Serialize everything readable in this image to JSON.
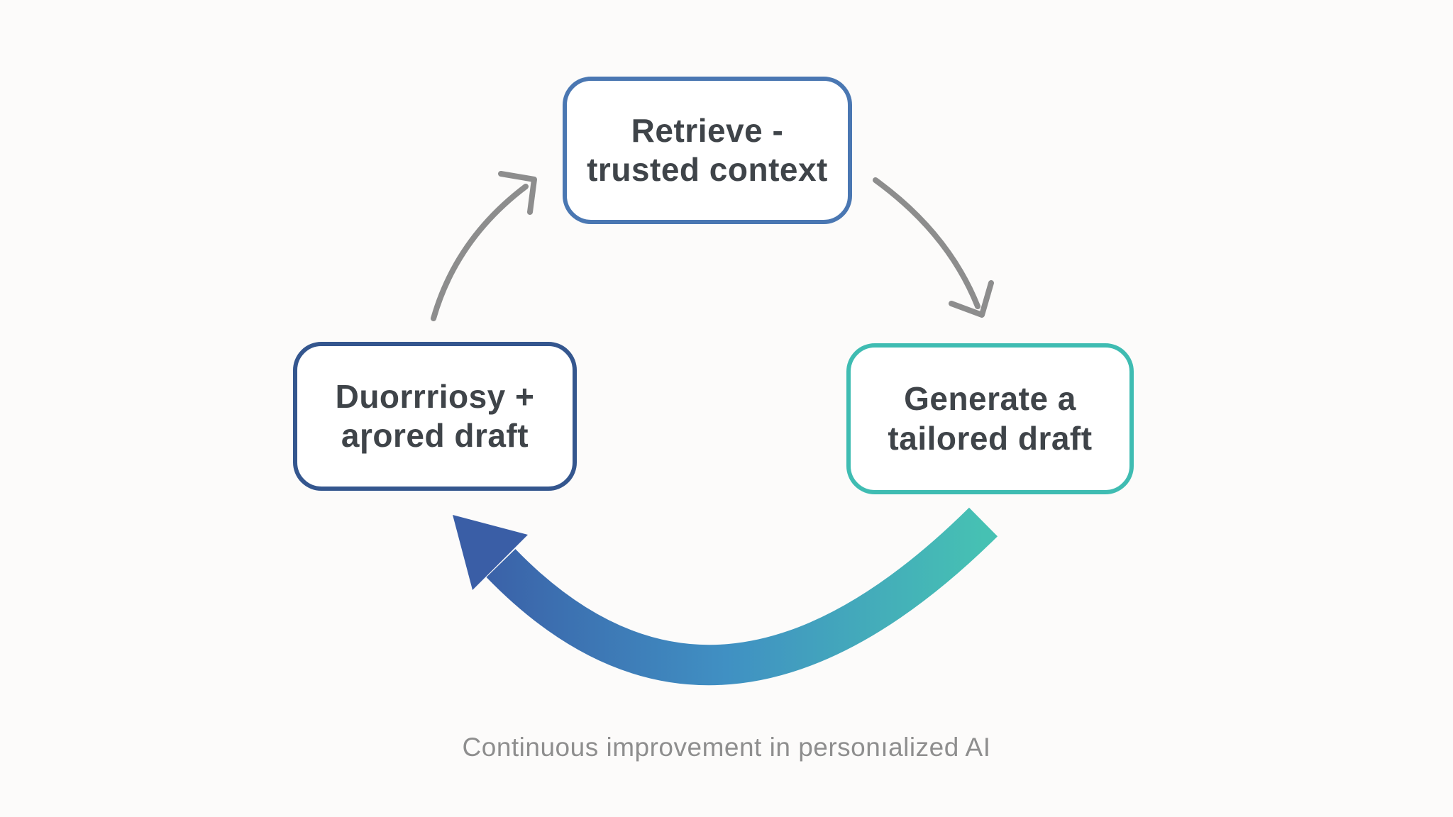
{
  "canvas": {
    "background": "#fcfbfa"
  },
  "text_color": "#3f4449",
  "caption": {
    "text": "Continuous improvement in personıalized AI",
    "color": "#8e8e8e"
  },
  "nodes": {
    "retrieve": {
      "line1": "Retrieve -",
      "line2": "trusted context",
      "border_color": "#4a77b2"
    },
    "generate": {
      "line1": "Generate a",
      "line2": "tailored draft",
      "border_color": "#3fbcb2"
    },
    "review": {
      "line1": "Duorrriosy +",
      "line2": "aɼored draft",
      "border_color": "#34568e"
    }
  },
  "arrows": {
    "review_to_retrieve": {
      "from": "review",
      "to": "retrieve",
      "style": "thin-curved",
      "color": "#8d8d8d"
    },
    "retrieve_to_generate": {
      "from": "retrieve",
      "to": "generate",
      "style": "thin-curved",
      "color": "#8d8d8d"
    },
    "generate_to_review": {
      "from": "generate",
      "to": "review",
      "style": "thick-gradient-swoosh",
      "gradient_start": "#46c1b3",
      "gradient_mid": "#4090c3",
      "gradient_end": "#3a5ea6",
      "arrowhead_color": "#3a5ea6"
    }
  }
}
